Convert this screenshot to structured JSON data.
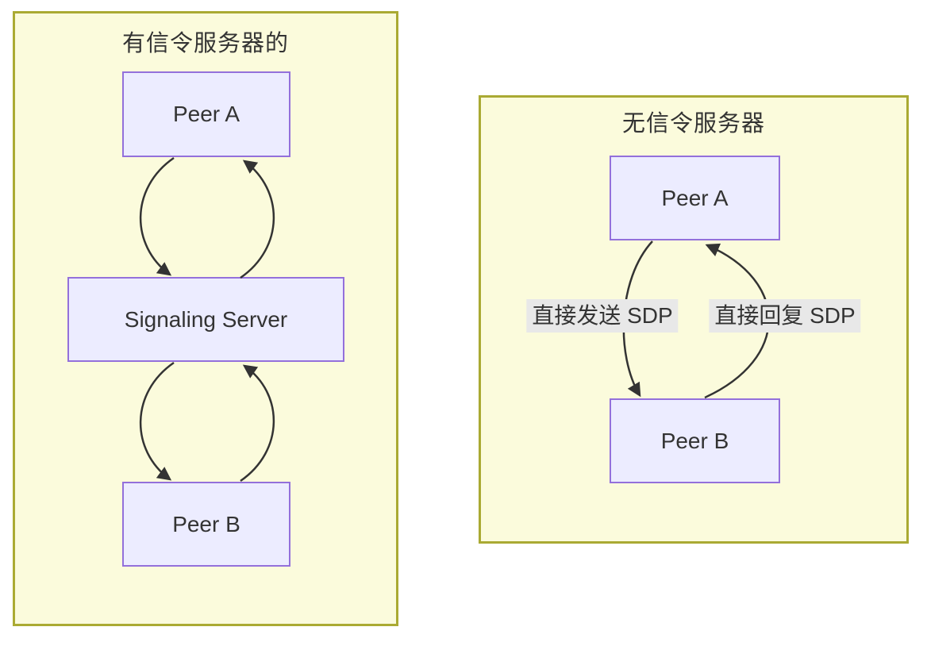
{
  "left_group": {
    "title": "有信令服务器的",
    "nodes": {
      "peer_a": "Peer A",
      "signaling_server": "Signaling Server",
      "peer_b": "Peer B"
    },
    "edges": [
      {
        "from": "Peer A",
        "to": "Signaling Server"
      },
      {
        "from": "Signaling Server",
        "to": "Peer A"
      },
      {
        "from": "Signaling Server",
        "to": "Peer B"
      },
      {
        "from": "Peer B",
        "to": "Signaling Server"
      }
    ]
  },
  "right_group": {
    "title": "无信令服务器",
    "nodes": {
      "peer_a": "Peer A",
      "peer_b": "Peer B"
    },
    "edges": [
      {
        "from": "Peer A",
        "to": "Peer B",
        "label": "直接发送 SDP"
      },
      {
        "from": "Peer B",
        "to": "Peer A",
        "label": "直接回复 SDP"
      }
    ]
  },
  "colors": {
    "cluster_fill": "#fbfbdc",
    "cluster_border": "#aaaa33",
    "node_fill": "#ececff",
    "node_border": "#9370db",
    "edge_stroke": "#333333",
    "edge_label_bg": "#e8e8e8",
    "text": "#333333"
  }
}
